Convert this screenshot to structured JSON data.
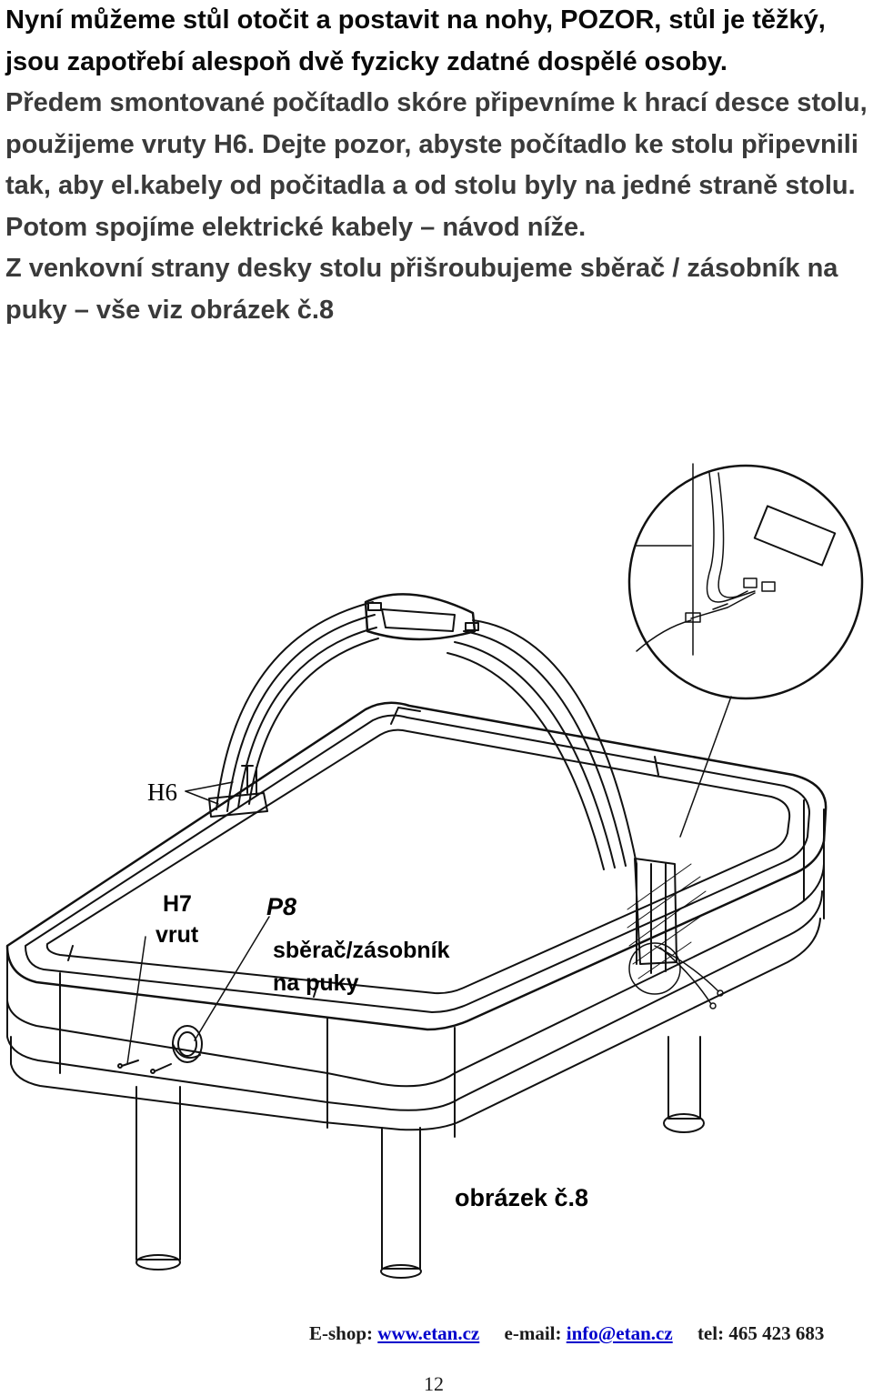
{
  "intro": {
    "lines": [
      "Nyní můžeme stůl otočit a postavit na nohy, POZOR, stůl je těžký, jsou zapotřebí alespoň dvě fyzicky zdatné dospělé osoby.",
      "Předem smontované počítadlo skóre připevníme k hrací desce stolu, použijeme vruty H6. Dejte pozor, abyste počítadlo ke stolu připevnili tak, aby el.kabely od počitadla a od stolu byly na jedné straně stolu.",
      "Potom spojíme elektrické kabely – návod níže.",
      "Z venkovní strany desky stolu přišroubujeme sběrač / zásobník na puky – vše viz obrázek č.8"
    ]
  },
  "figure": {
    "label_h6": "H6",
    "label_h7": "H7",
    "label_vrut": "vrut",
    "label_p8": "P8",
    "label_p8_desc_line1": "sběrač/zásobník",
    "label_p8_desc_line2": "na puky",
    "caption": "obrázek č.8"
  },
  "footer": {
    "eshop_label": "E-shop:",
    "eshop_link": "www.etan.cz",
    "email_label": "e-mail:",
    "email_link": "info@etan.cz",
    "tel": "tel: 465 423 683"
  },
  "page_number": "12"
}
